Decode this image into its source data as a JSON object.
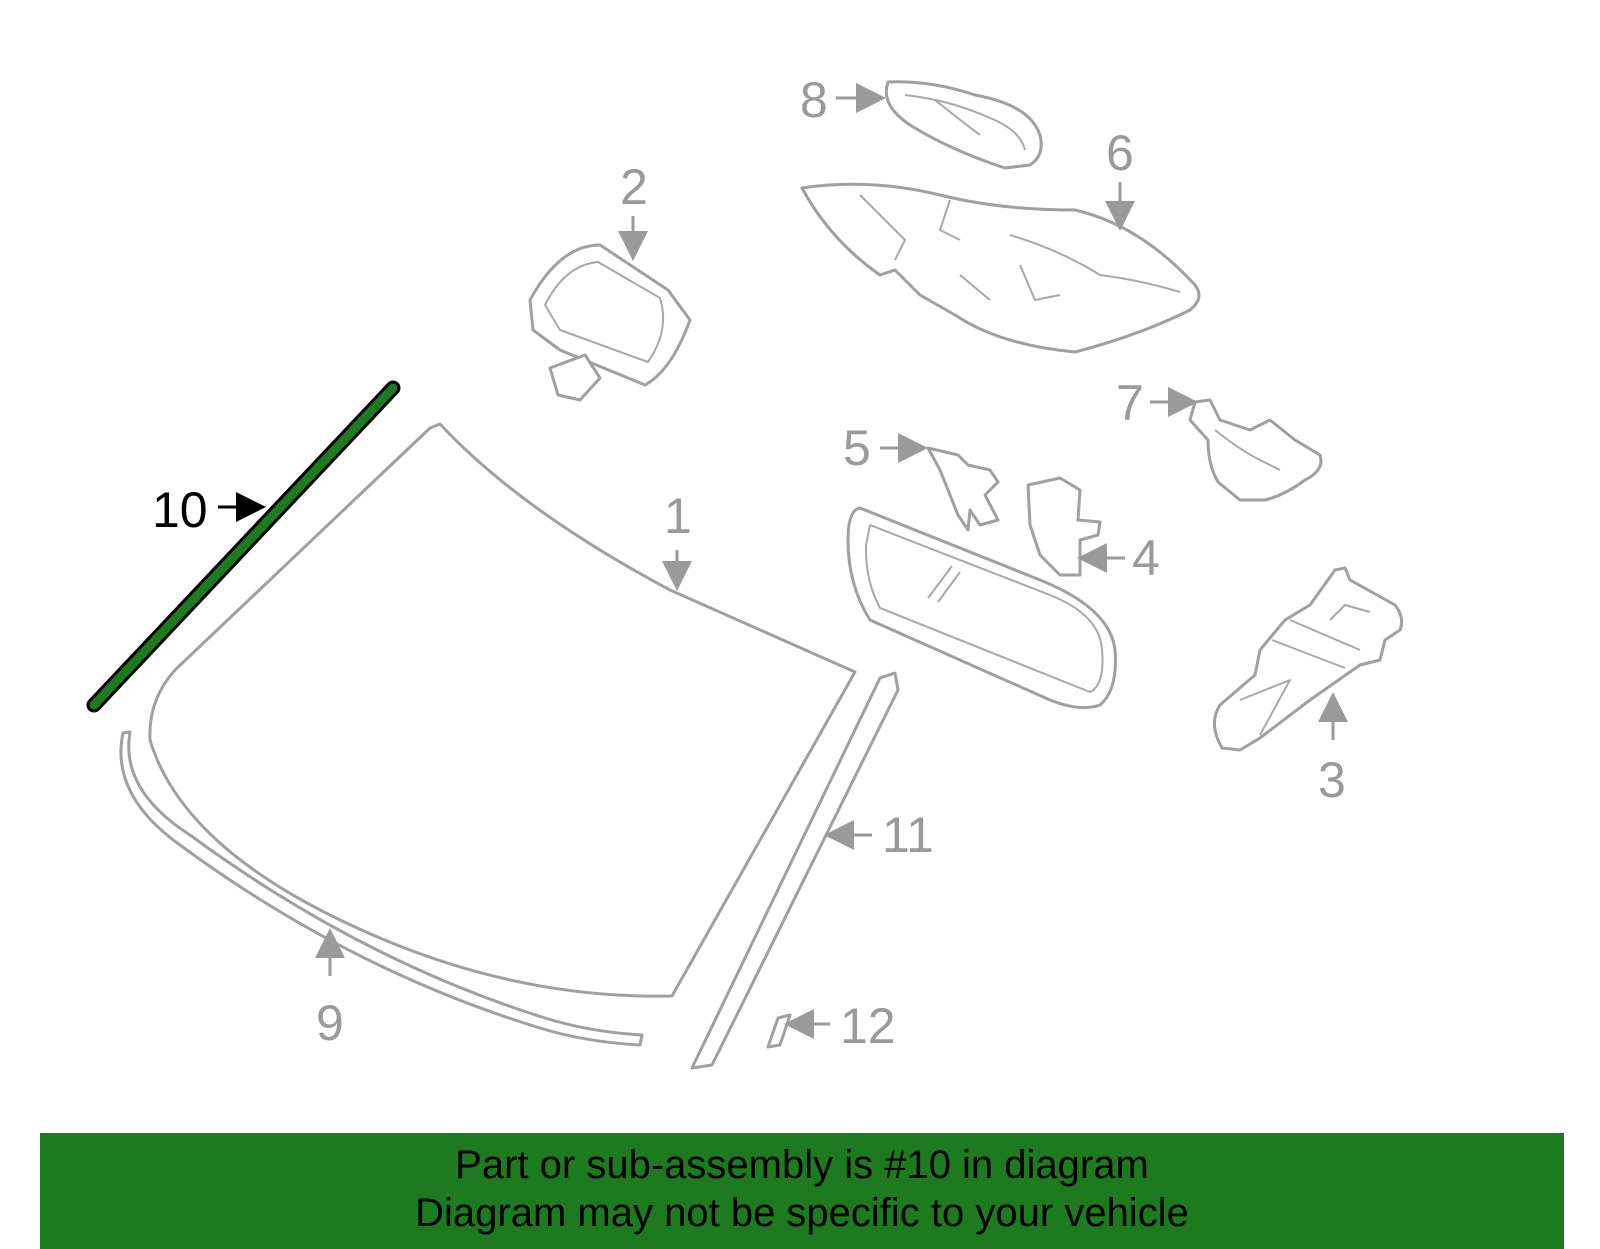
{
  "callouts": {
    "c1": "1",
    "c2": "2",
    "c3": "3",
    "c4": "4",
    "c5": "5",
    "c6": "6",
    "c7": "7",
    "c8": "8",
    "c9": "9",
    "c10": "10",
    "c11": "11",
    "c12": "12"
  },
  "selected_part": "10",
  "colors": {
    "highlight": "#1e7a1e",
    "part_outline": "#a0a0a0",
    "selected_label": "#000000"
  },
  "banner": {
    "line1": "Part or sub-assembly is #10 in diagram",
    "line2": "Diagram may not be specific to your vehicle"
  }
}
